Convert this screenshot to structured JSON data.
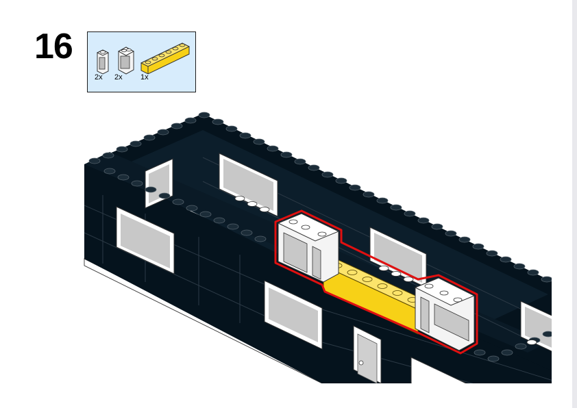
{
  "instruction": {
    "step_number": "16",
    "parts": [
      {
        "icon": "window-frame-1x1x2-icon",
        "color": "#ffffff",
        "quantity": "2x"
      },
      {
        "icon": "window-frame-1x2x2-icon",
        "color": "#ffffff",
        "quantity": "2x"
      },
      {
        "icon": "brick-1x6-icon",
        "color": "#f7d117",
        "quantity": "1x"
      }
    ]
  },
  "colors": {
    "parts_box_bg": "#d7ecfc",
    "model_black": "#05131d",
    "highlight_outline": "#e01010",
    "yellow_brick": "#f7d117",
    "window_glass": "#c8c8c8"
  }
}
